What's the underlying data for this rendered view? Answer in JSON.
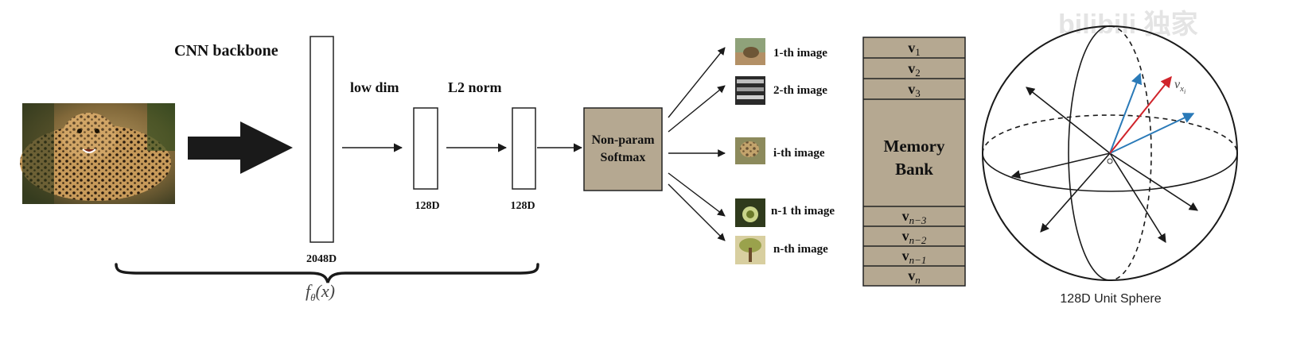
{
  "labels": {
    "backbone": "CNN backbone",
    "low_dim": "low dim",
    "l2_norm": "L2 norm",
    "dim_2048": "2048D",
    "dim_128_a": "128D",
    "dim_128_b": "128D",
    "softmax_line1": "Non-param",
    "softmax_line2": "Softmax",
    "f_theta": "f",
    "f_theta_sub": "θ",
    "f_theta_arg": "(x)",
    "sphere_caption": "128D Unit Sphere",
    "sphere_origin": "o",
    "sphere_vec": "v",
    "sphere_vec_sub": "x",
    "sphere_vec_subsub": "i"
  },
  "images": [
    {
      "label": "1-th image"
    },
    {
      "label": "2-th image"
    },
    {
      "label": "i-th image"
    },
    {
      "label": "n-1 th image"
    },
    {
      "label": "n-th image"
    }
  ],
  "memory_bank": {
    "title_line1": "Memory",
    "title_line2": "Bank",
    "top": [
      {
        "base": "v",
        "sub": "1"
      },
      {
        "base": "v",
        "sub": "2"
      },
      {
        "base": "v",
        "sub": "3"
      }
    ],
    "bottom": [
      {
        "base": "v",
        "sub": "n−3"
      },
      {
        "base": "v",
        "sub": "n−2"
      },
      {
        "base": "v",
        "sub": "n−1"
      },
      {
        "base": "v",
        "sub": "n"
      }
    ]
  },
  "colors": {
    "softmax_fill": "#b5a891",
    "memory_fill": "#b5a891",
    "vector_red": "#d0242b",
    "vector_blue": "#2a7ab8",
    "ink": "#222222"
  },
  "watermark": "bilibili 独家"
}
